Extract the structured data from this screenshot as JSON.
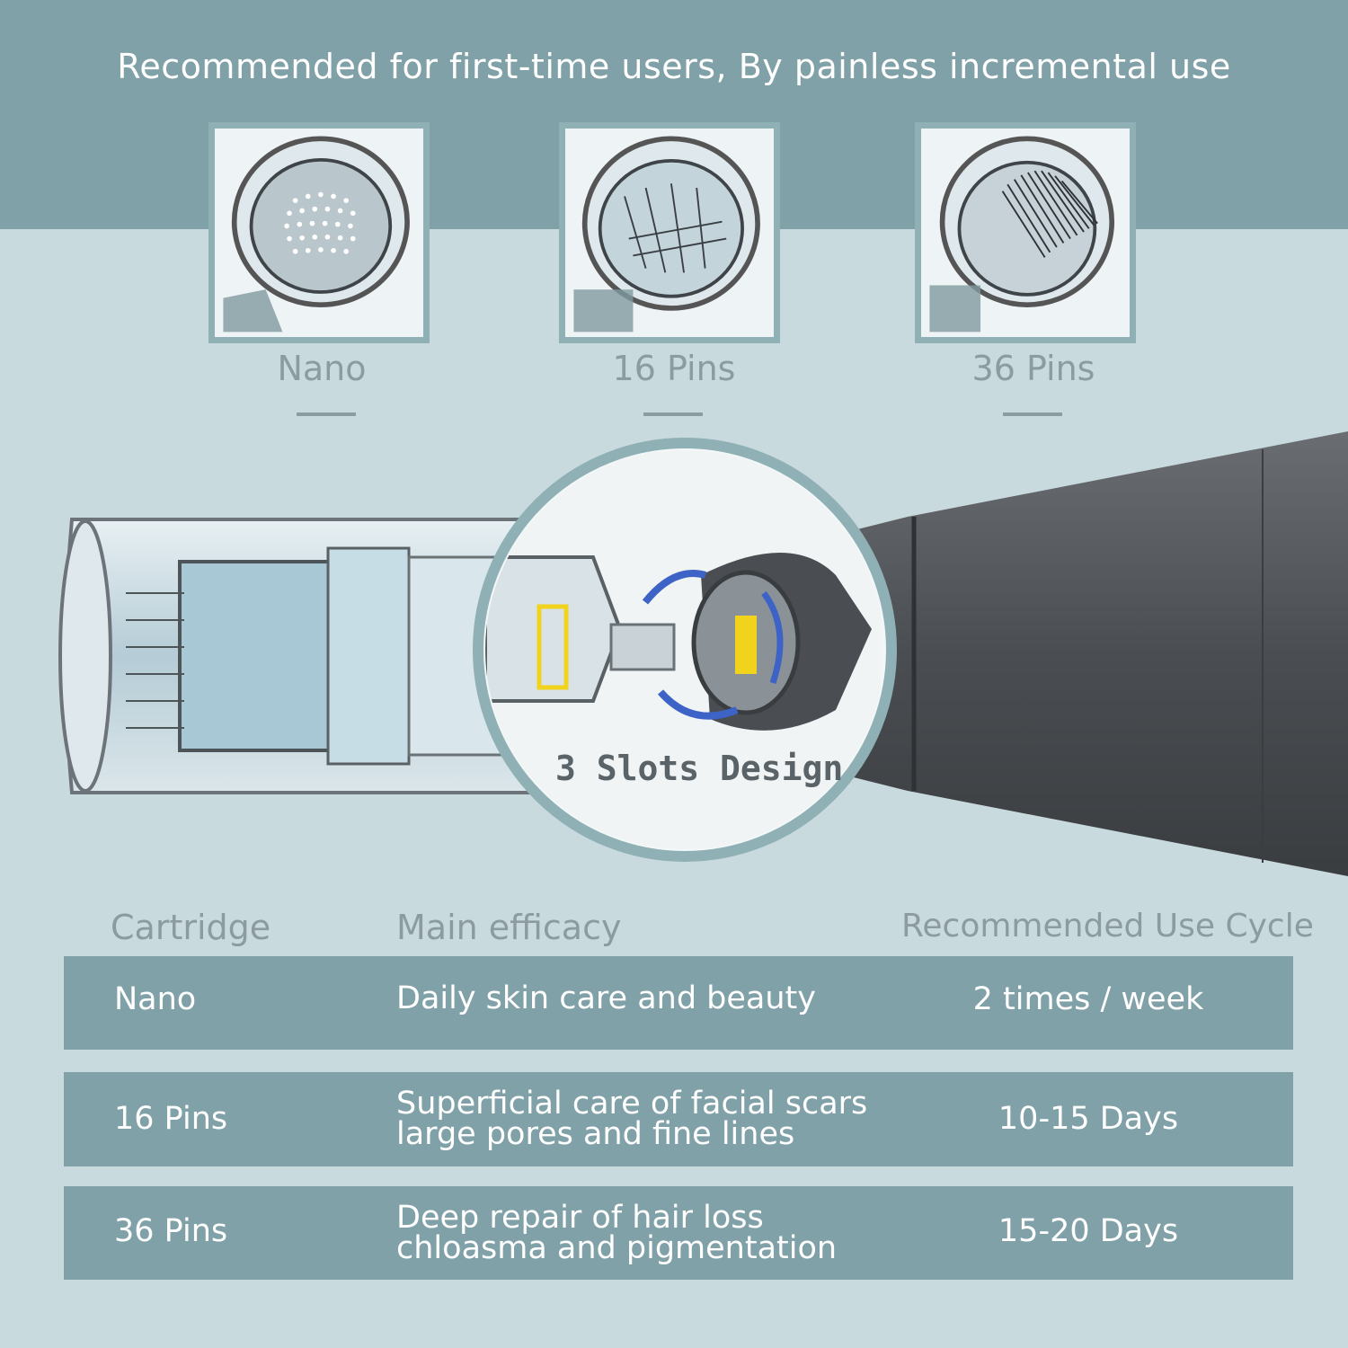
{
  "headline": "Recommended for first-time users, By painless incremental use",
  "cartridges": [
    {
      "label": "Nano",
      "kind": "nano-dots"
    },
    {
      "label": "16 Pins",
      "kind": "pins-16"
    },
    {
      "label": "36 Pins",
      "kind": "pins-36"
    }
  ],
  "magnifier_caption": "3 Slots Design",
  "table": {
    "headers": {
      "cartridge": "Cartridge",
      "efficacy": "Main efficacy",
      "cycle": "Recommended Use Cycle"
    },
    "rows": [
      {
        "cartridge": "Nano",
        "efficacy_line1": "Daily skin care and beauty",
        "efficacy_line2": "",
        "cycle": "2 times / week"
      },
      {
        "cartridge": "16 Pins",
        "efficacy_line1": "Superficial care of facial scars",
        "efficacy_line2": "large pores and fine lines",
        "cycle": "10-15 Days"
      },
      {
        "cartridge": "36 Pins",
        "efficacy_line1": "Deep repair of hair loss",
        "efficacy_line2": "chloasma and pigmentation",
        "cycle": "15-20 Days"
      }
    ]
  },
  "colors": {
    "band": "#7fa1a7",
    "background": "#c9dadf",
    "label_gray": "#8b9b9f",
    "accent_yellow": "#f1d21c",
    "arrow_blue": "#3d63c6",
    "handle_dark": "#4a4e52"
  }
}
